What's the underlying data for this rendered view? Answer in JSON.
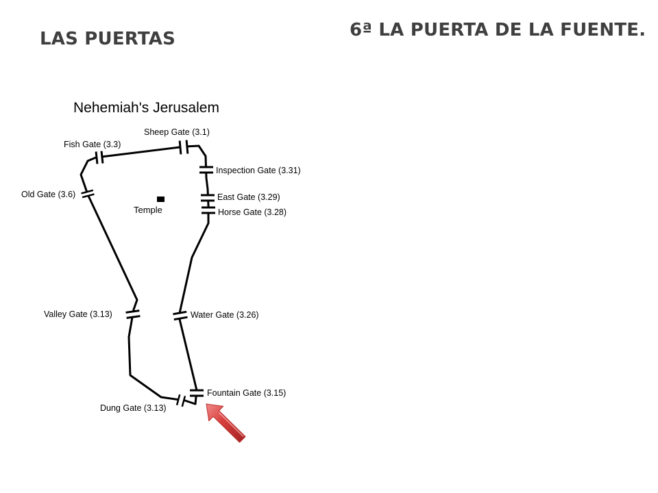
{
  "slide": {
    "title_left": "LAS PUERTAS",
    "title_right": "6ª LA PUERTA DE LA FUENTE."
  },
  "map": {
    "title": "Nehemiah's Jerusalem",
    "temple_label": "Temple",
    "gates": [
      {
        "id": "sheep",
        "label": "Sheep Gate (3.1)"
      },
      {
        "id": "fish",
        "label": "Fish Gate (3.3)"
      },
      {
        "id": "inspection",
        "label": "Inspection Gate (3.31)"
      },
      {
        "id": "old",
        "label": "Old Gate (3.6)"
      },
      {
        "id": "east",
        "label": "East Gate (3.29)"
      },
      {
        "id": "horse",
        "label": "Horse Gate (3.28)"
      },
      {
        "id": "valley",
        "label": "Valley Gate (3.13)"
      },
      {
        "id": "water",
        "label": "Water Gate (3.26)"
      },
      {
        "id": "fountain",
        "label": "Fountain Gate (3.15)"
      },
      {
        "id": "dung",
        "label": "Dung Gate (3.13)"
      }
    ],
    "highlighted_gate": "fountain",
    "colors": {
      "wall": "#000000",
      "arrow": "#d9403f",
      "title_text": "#3f3f3f"
    }
  }
}
